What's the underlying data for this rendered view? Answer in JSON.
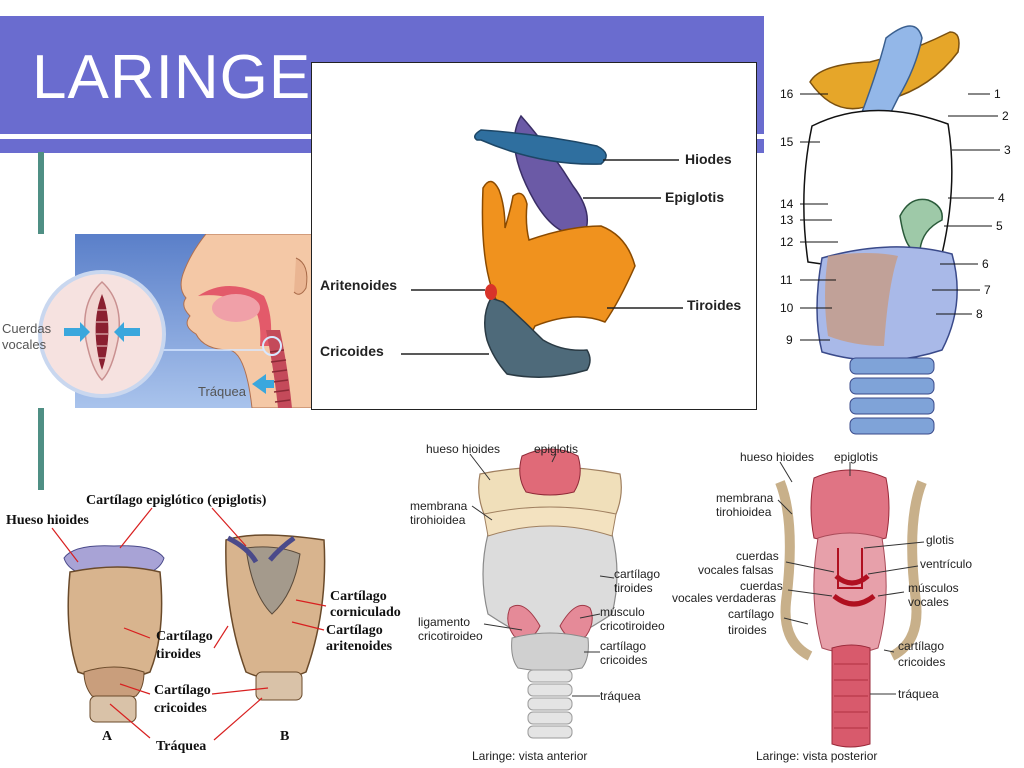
{
  "slide": {
    "title": "LARINGE"
  },
  "panel_throat": {
    "cuerdas": [
      "Cuerdas",
      "vocales"
    ],
    "traquea": "Tráquea"
  },
  "panel_lateral": {
    "hiodes": "Hiodes",
    "epiglotis": "Epiglotis",
    "aritenoides": "Aritenoides",
    "tiroides": "Tiroides",
    "cricoides": "Cricoides"
  },
  "panel_numbered": {
    "left": [
      "16",
      "15",
      "14",
      "13",
      "12",
      "11",
      "10",
      "9"
    ],
    "right": [
      "1",
      "2",
      "3",
      "4",
      "5",
      "6",
      "7",
      "8"
    ]
  },
  "panel_ab": {
    "epiglotico": "Cartílago epiglótico (epiglotis)",
    "hueso_hioides": "Hueso hioides",
    "tiroides": [
      "Cartílago",
      "tiroides"
    ],
    "cricoides": [
      "Cartílago",
      "cricoides"
    ],
    "corniculado": [
      "Cartílago",
      "corniculado"
    ],
    "aritenoides": [
      "Cartílago",
      "aritenoides"
    ],
    "traquea": "Tráquea",
    "a": "A",
    "b": "B"
  },
  "panel_anterior": {
    "hueso_hioides": "hueso hioides",
    "epiglotis": "epiglotis",
    "membrana": [
      "membrana",
      "tirohioidea"
    ],
    "cart_tiroides": [
      "cartílago",
      "tiroides"
    ],
    "ligamento": [
      "ligamento",
      "cricotiroideo"
    ],
    "musculo": [
      "músculo",
      "cricotiroideo"
    ],
    "cart_cricoides": [
      "cartílago",
      "cricoides"
    ],
    "traquea": "tráquea",
    "caption": "Laringe: vista anterior"
  },
  "panel_posterior": {
    "hueso_hioides": "hueso hioides",
    "epiglotis": "epiglotis",
    "membrana": [
      "membrana",
      "tirohioidea"
    ],
    "glotis": "glotis",
    "falsas": [
      "cuerdas",
      "vocales falsas"
    ],
    "ventriculo": "ventrículo",
    "verdaderas": [
      "cuerdas",
      "vocales verdaderas"
    ],
    "musculos": [
      "músculos",
      "vocales"
    ],
    "cart_tiroides": [
      "cartílago",
      "tiroides"
    ],
    "cart_cricoides": [
      "cartílago",
      "cricoides"
    ],
    "traquea": "tráquea",
    "caption": "Laringe: vista posterior"
  },
  "colors": {
    "title_bar": "#6a6ccf",
    "bullet": "#4f8f84",
    "hyoid_blue": "#2f6f9f",
    "epiglottis_purple": "#6b5aa6",
    "thyroid_orange": "#f0921e",
    "cricoid_slate": "#4e6a7a"
  }
}
